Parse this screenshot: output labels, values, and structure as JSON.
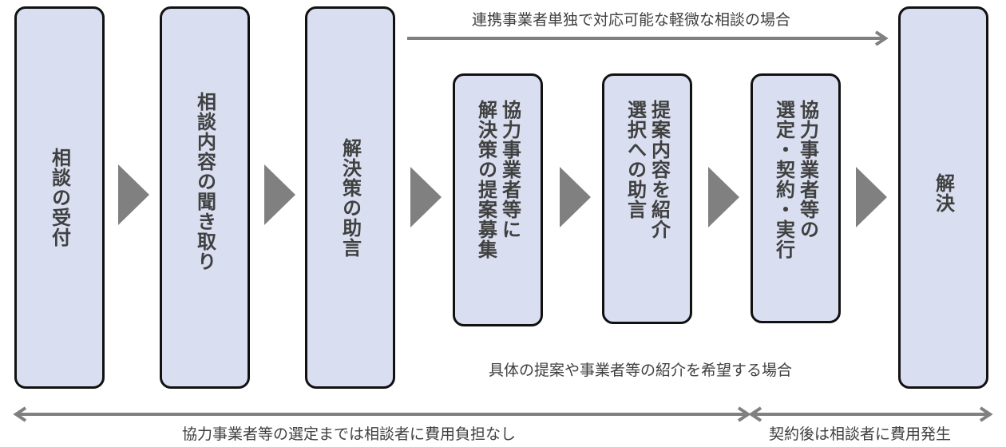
{
  "diagram": {
    "steps": [
      {
        "id": "reception",
        "label": "相談の受付"
      },
      {
        "id": "hearing",
        "label": "相談内容の聞き取り"
      },
      {
        "id": "advice",
        "label": "解決策の助言"
      },
      {
        "id": "solicit",
        "label": "協力事業者等に\n解決策の提案募集"
      },
      {
        "id": "introduce",
        "label": "提案内容を紹介\n選択への助言"
      },
      {
        "id": "contract",
        "label": "協力事業者等の\n選定・契約・実行"
      },
      {
        "id": "resolution",
        "label": "解決"
      }
    ],
    "branches": {
      "minor_case": "連携事業者単独で対応可能な軽微な相談の場合",
      "proposal_case": "具体の提案や事業者等の紹介を希望する場合"
    },
    "cost_ranges": {
      "before_selection": "協力事業者等の選定までは相談者に費用負担なし",
      "after_contract": "契約後は相談者に費用発生"
    }
  },
  "colors": {
    "box_fill": "#d9dff0",
    "box_border": "#111111",
    "arrow": "#808080",
    "text": "#404040"
  }
}
